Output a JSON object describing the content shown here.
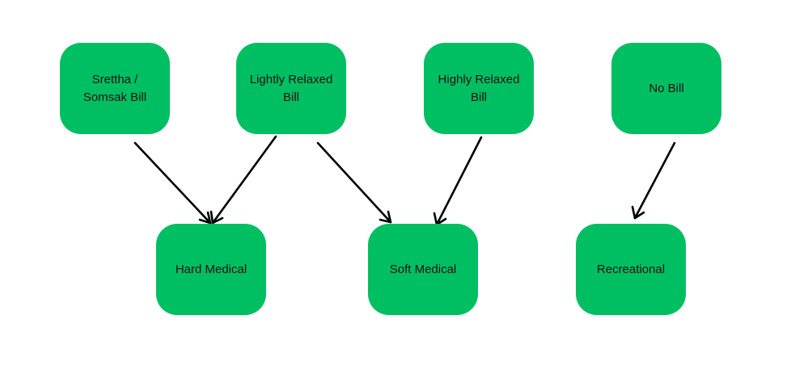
{
  "diagram": {
    "node_color": "#00bf63",
    "line_color": "#000000",
    "nodes": {
      "srettha": "Srettha /\nSomsak Bill",
      "lightly": "Lightly Relaxed\nBill",
      "highly": "Highly Relaxed\nBill",
      "nobill": "No Bill",
      "hard": "Hard Medical",
      "soft": "Soft Medical",
      "recreational": "Recreational"
    },
    "edges": [
      {
        "from": "Srettha / Somsak Bill",
        "to": "Hard Medical"
      },
      {
        "from": "Lightly Relaxed Bill",
        "to": "Hard Medical"
      },
      {
        "from": "Lightly Relaxed Bill",
        "to": "Soft Medical"
      },
      {
        "from": "Highly Relaxed Bill",
        "to": "Soft Medical"
      },
      {
        "from": "No Bill",
        "to": "Recreational"
      }
    ]
  }
}
